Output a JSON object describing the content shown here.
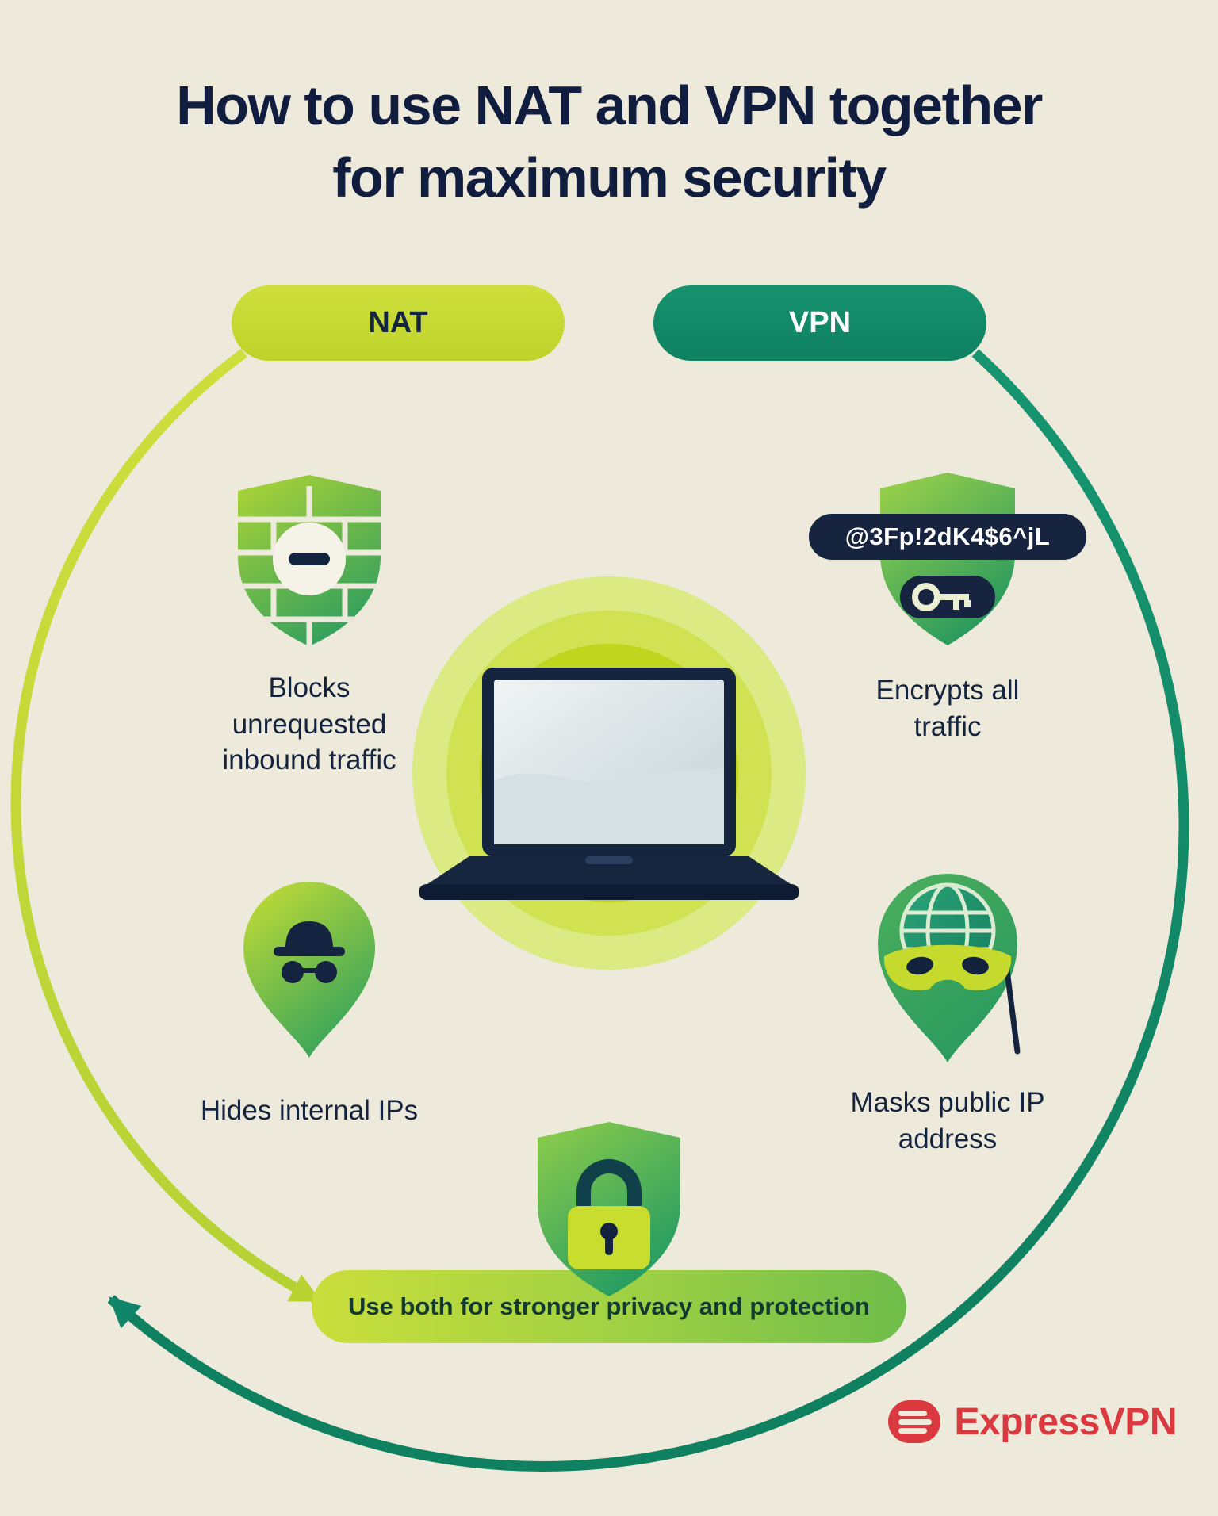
{
  "title": {
    "line1": "How to use NAT and VPN together",
    "line2": "for maximum security"
  },
  "badges": {
    "nat": "NAT",
    "vpn": "VPN"
  },
  "items": {
    "blocks": {
      "icon": "blocking-shield-icon",
      "label": "Blocks unrequested inbound traffic"
    },
    "hides": {
      "icon": "incognito-pin-icon",
      "label": "Hides internal IPs"
    },
    "encrypts": {
      "icon": "encryption-key-shield-icon",
      "label": "Encrypts all traffic",
      "cipher": "@3Fp!2dK4$6^jL"
    },
    "masks": {
      "icon": "masked-globe-pin-icon",
      "label": "Masks public IP address"
    }
  },
  "center": {
    "icon": "laptop-illustration"
  },
  "conclusion": {
    "icon": "padlock-shield-icon",
    "label": "Use both for stronger privacy and protection"
  },
  "brand": {
    "name": "ExpressVPN",
    "color": "#da3940"
  },
  "colors": {
    "background": "#edeadb",
    "title": "#111d3f",
    "nat_accent": "#c7d934",
    "vpn_accent": "#12866a",
    "conclusion_text": "#123a30"
  }
}
